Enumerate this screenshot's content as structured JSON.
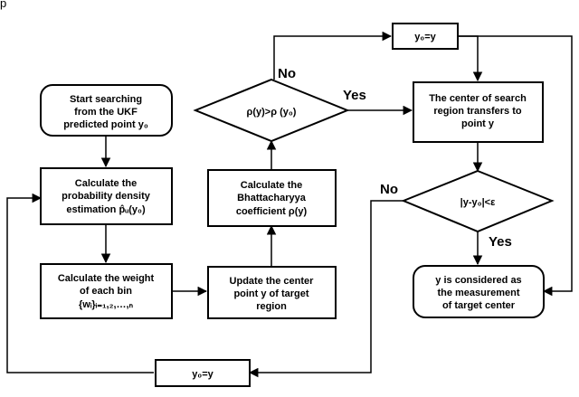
{
  "header_fragment": "p",
  "nodes": {
    "start": {
      "lines": [
        "Start searching",
        "from the UKF",
        "predicted point y₀"
      ]
    },
    "calc_pdf": {
      "lines": [
        "Calculate the",
        "probability density",
        "estimation p̂ᵤ(y₀)"
      ]
    },
    "calc_weight": {
      "lines": [
        "Calculate the weight",
        "of each bin",
        "{wᵢ}ᵢ₌₁,₂,…,ₙ"
      ]
    },
    "update_center": {
      "lines": [
        "Update the center",
        "point y of target",
        "region"
      ]
    },
    "calc_bhatt": {
      "lines": [
        "Calculate the",
        "Bhattacharyya",
        "coefficient ρ(y)"
      ]
    },
    "decision_rho": {
      "lines": [
        "ρ(y)>ρ (y₀)"
      ]
    },
    "assign_top": {
      "lines": [
        "y₀=y"
      ]
    },
    "transfer": {
      "lines": [
        "The center of search",
        "region transfers to",
        "point y"
      ]
    },
    "decision_eps": {
      "lines": [
        "|y-y₀|<ε"
      ]
    },
    "result": {
      "lines": [
        "y is considered as",
        "the measurement",
        "of target center"
      ]
    },
    "assign_bottom": {
      "lines": [
        "y₀=y"
      ]
    }
  },
  "edge_labels": {
    "rho_no": "No",
    "rho_yes": "Yes",
    "eps_no": "No",
    "eps_yes": "Yes"
  }
}
